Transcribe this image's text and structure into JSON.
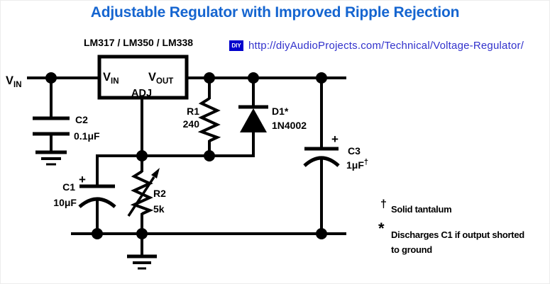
{
  "title": "Adjustable Regulator with Improved Ripple Rejection",
  "header": {
    "chip_label": "LM317 / LM350 / LM338",
    "badge_label": "DIY",
    "url": "http://diyAudioProjects.com/Technical/Voltage-Regulator/"
  },
  "terminals": {
    "vin": {
      "main": "V",
      "sub": "IN"
    }
  },
  "regulator": {
    "vin": {
      "main": "V",
      "sub": "IN"
    },
    "vout": {
      "main": "V",
      "sub": "OUT"
    },
    "adj": "ADJ"
  },
  "components": {
    "c2": {
      "ref": "C2",
      "value": "0.1μF"
    },
    "c1": {
      "ref": "C1",
      "value": "10μF",
      "polarity": "+"
    },
    "r1": {
      "ref": "R1",
      "value": "240"
    },
    "r2": {
      "ref": "R2",
      "value": "5k"
    },
    "d1": {
      "ref": "D1*",
      "value": "1N4002"
    },
    "c3": {
      "ref": "C3",
      "value": "1μF",
      "value_sup": "†",
      "polarity": "+"
    }
  },
  "notes": {
    "tantalum": {
      "marker": "†",
      "text": "Solid tantalum"
    },
    "discharge": {
      "marker": "*",
      "line1": "Discharges C1 if output shorted",
      "line2": "to ground"
    }
  },
  "colors": {
    "title": "#1565d0",
    "url": "#3232cc",
    "badge_bg": "#0000cc",
    "badge_fg": "#ffffff",
    "ink": "#000000"
  }
}
